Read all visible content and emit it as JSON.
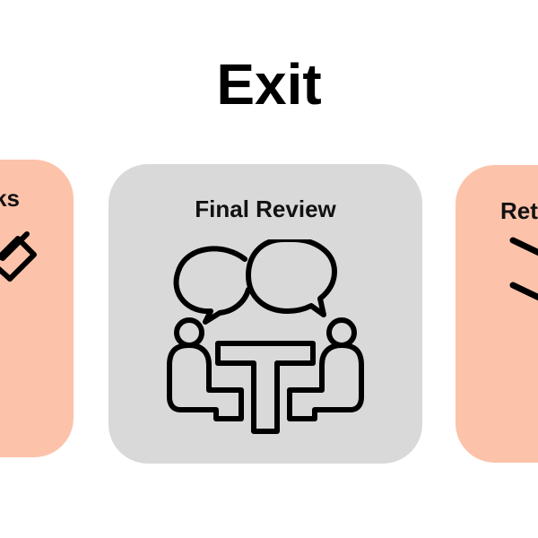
{
  "title": "Exit",
  "colors": {
    "side_card_fill": "#fcc3aa",
    "center_card_fill": "#d9d9d9",
    "icon_stroke": "#000000"
  },
  "cards": [
    {
      "label": "ks",
      "icon": "pencil-icon",
      "state": "partially-visible"
    },
    {
      "label": "Final Review",
      "icon": "meeting-table-icon",
      "state": "selected"
    },
    {
      "label": "Ret",
      "icon": "pen-strokes-icon",
      "state": "partially-visible"
    }
  ]
}
